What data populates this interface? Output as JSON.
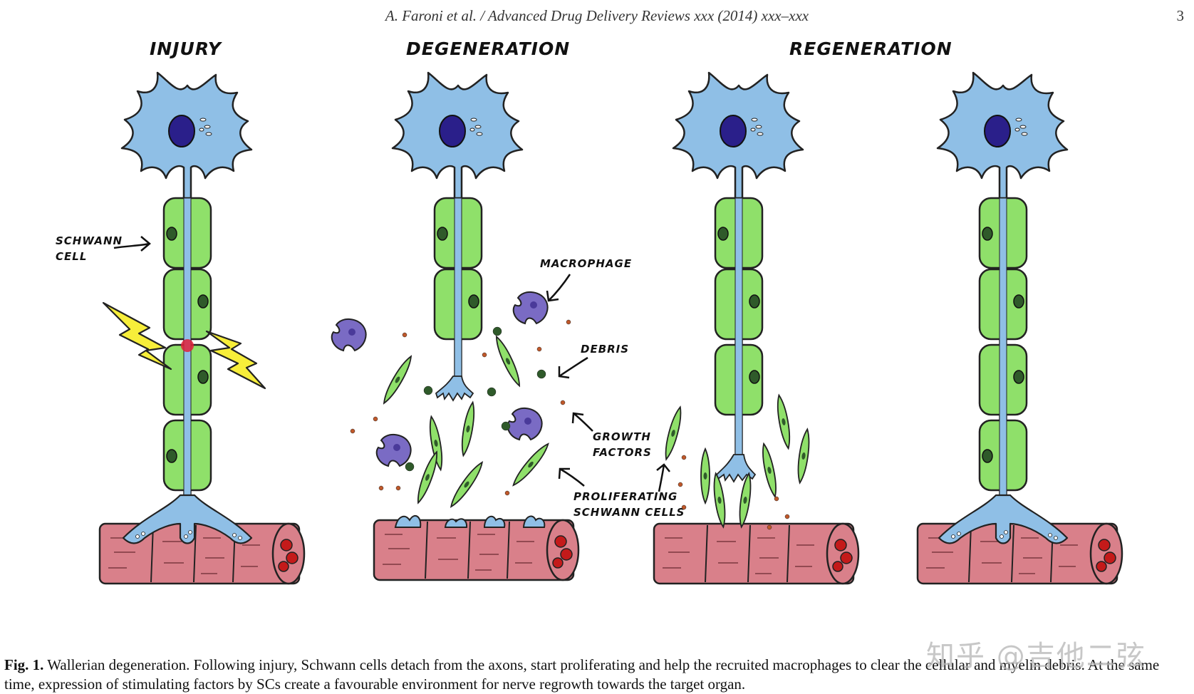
{
  "header": {
    "running_head": "A. Faroni et al. / Advanced Drug Delivery Reviews xxx (2014) xxx–xxx",
    "page_number": "3"
  },
  "figure": {
    "stage_titles": [
      "INJURY",
      "DEGENERATION",
      "REGENERATION"
    ],
    "annotations": {
      "schwann_cell_line1": "SCHWANN",
      "schwann_cell_line2": "CELL",
      "macrophage": "MACROPHAGE",
      "debris": "DEBRIS",
      "growth_factors_line1": "GROWTH",
      "growth_factors_line2": "FACTORS",
      "proliferating_line1": "PROLIFERATING",
      "proliferating_line2": "SCHWANN CELLS"
    },
    "colors": {
      "neuron": "#8fbfe6",
      "nucleus": "#2a1f8a",
      "schwann": "#8fe06a",
      "schwann_nucleus": "#2f5a2a",
      "muscle": "#d9808a",
      "muscle_core": "#c41a1a",
      "macrophage": "#7a6bc4",
      "lightning": "#f7ee3a",
      "debris": "#c0582a",
      "outline": "#222222"
    }
  },
  "caption": {
    "label": "Fig. 1.",
    "text": " Wallerian degeneration. Following injury, Schwann cells detach from the axons, start proliferating and help the recruited macrophages to clear the cellular and myelin debris. At the same time, expression of stimulating factors by SCs create a favourable environment for nerve regrowth towards the target organ."
  },
  "watermark": "知乎 @吉他二弦"
}
